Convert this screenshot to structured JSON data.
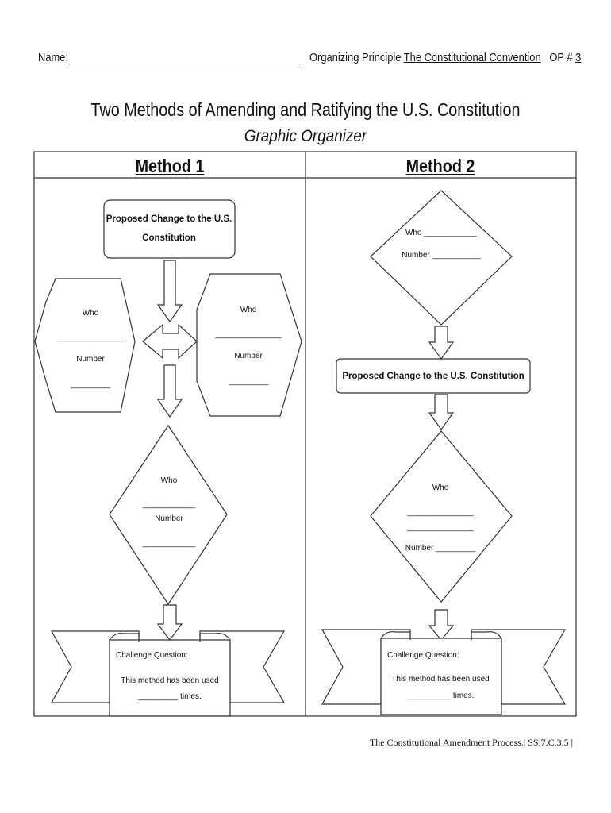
{
  "header": {
    "name_label": "Name:",
    "principle_label": "Organizing Principle",
    "principle_value": "The Constitutional Convention",
    "op_label": "OP #",
    "op_value": "3"
  },
  "title": "Two Methods of Amending and Ratifying the U.S. Constitution",
  "subtitle": "Graphic Organizer",
  "method1": {
    "heading": "Method 1",
    "proposed_line1": "Proposed Change to the U.S.",
    "proposed_line2": "Constitution",
    "left_hex": {
      "who": "Who",
      "blank1": "_______________",
      "number": "Number",
      "blank2": "_________"
    },
    "right_hex": {
      "who": "Who",
      "blank1": "_______________",
      "number": "Number",
      "blank2": "_________"
    },
    "diamond": {
      "who": "Who",
      "blank1": "____________",
      "number": "Number",
      "blank2": "____________"
    },
    "challenge": {
      "title": "Challenge Question:",
      "line1": "This method has been used",
      "line2": "_________ times."
    }
  },
  "method2": {
    "heading": "Method 2",
    "top_diamond": {
      "who": "Who ____________",
      "number": "Number ___________"
    },
    "proposed": "Proposed Change to the U.S. Constitution",
    "diamond": {
      "who": "Who",
      "blank1": "_______________",
      "blank2": "_______________",
      "number": "Number _________"
    },
    "challenge": {
      "title": "Challenge Question:",
      "line1": "This method has been used",
      "line2": "__________ times."
    }
  },
  "footer": "The Constitutional Amendment Process.| SS.7.C.3.5 |"
}
